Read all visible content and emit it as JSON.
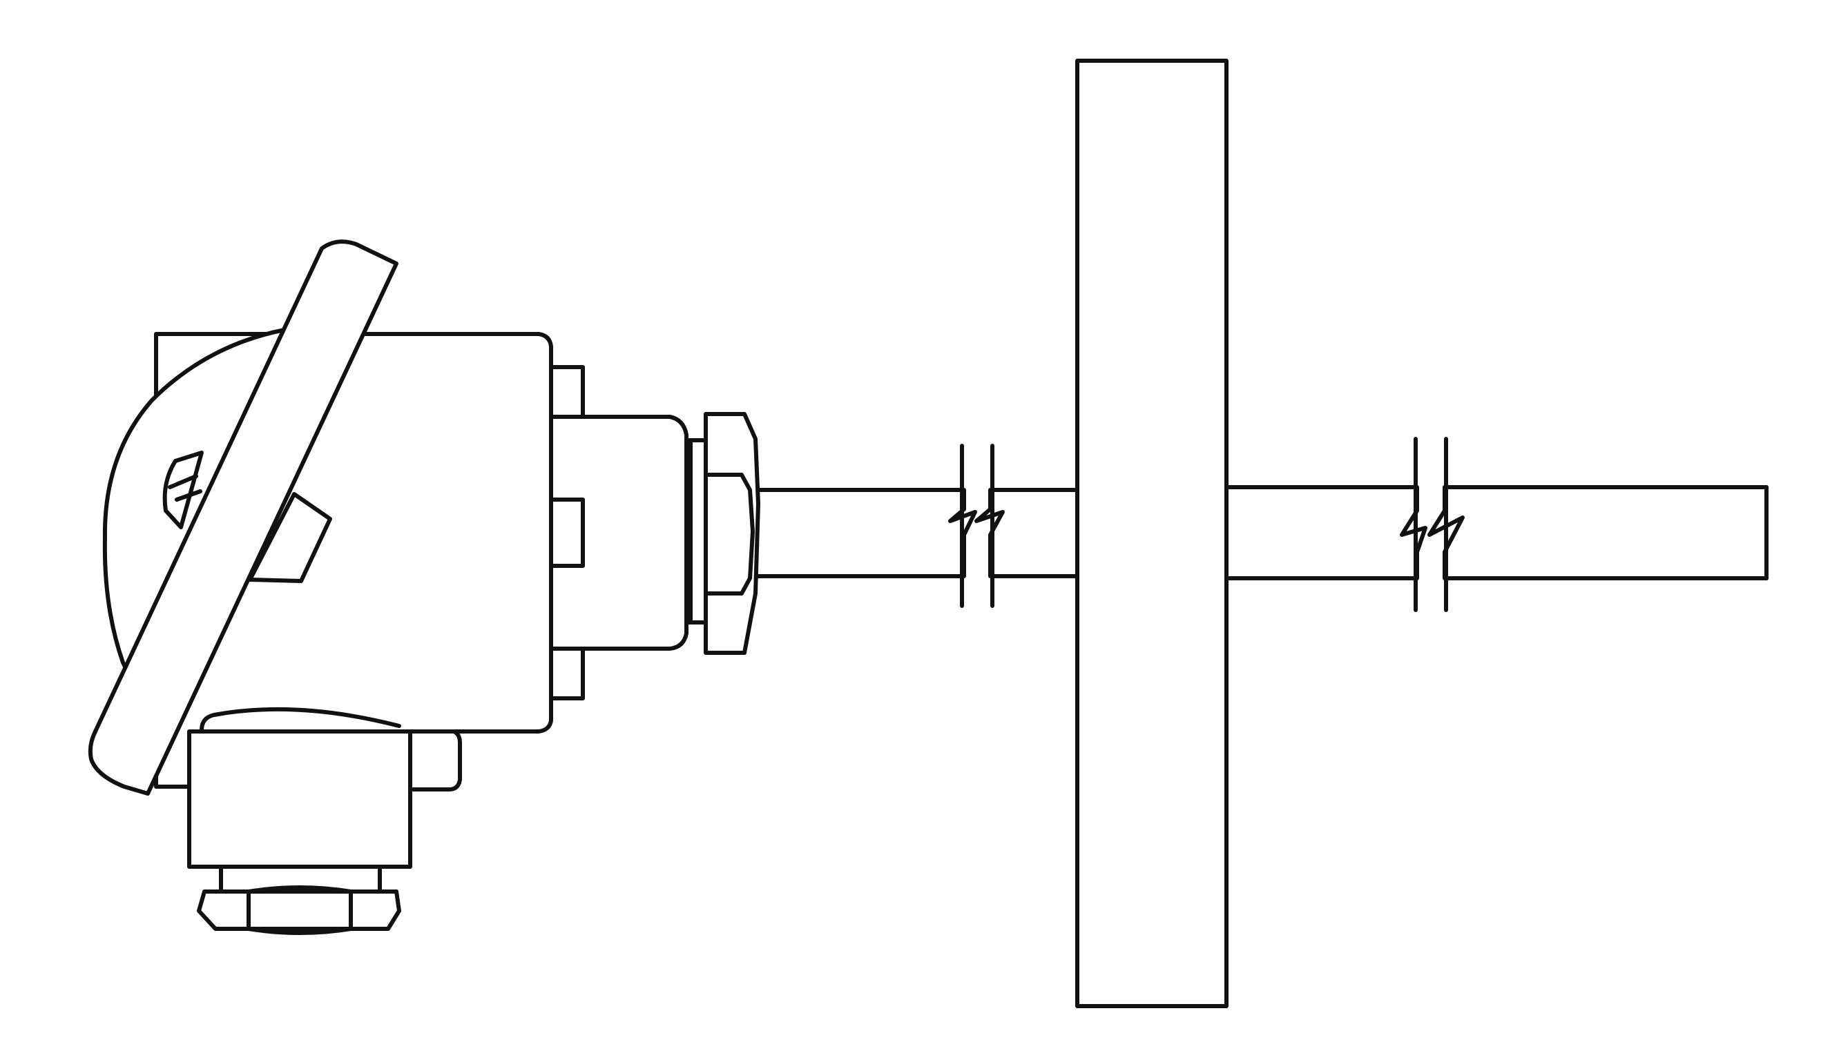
{
  "drawing": {
    "subject": "thermocouple-assembly",
    "line_color": "#111111",
    "background_color": "#ffffff",
    "components": [
      "connection-head",
      "hinged-cover",
      "cover-screw",
      "cable-gland",
      "hex-nipple",
      "probe-sheath",
      "break-symbol",
      "mounting-flange"
    ]
  }
}
